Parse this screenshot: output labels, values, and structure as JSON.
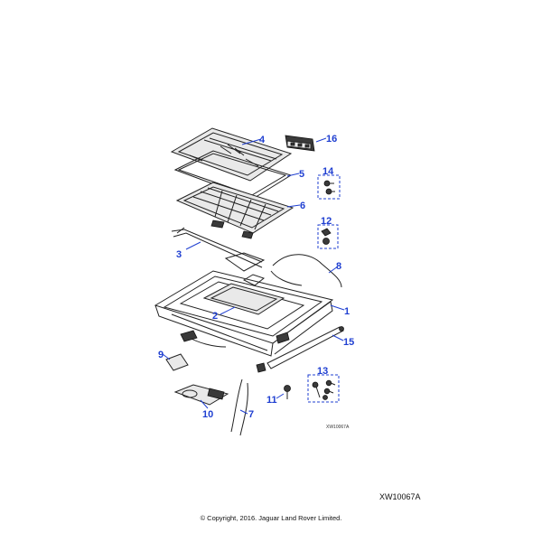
{
  "diagram": {
    "callouts": [
      "4",
      "16",
      "5",
      "14",
      "6",
      "12",
      "3",
      "8",
      "1",
      "2",
      "15",
      "9",
      "13",
      "11",
      "10",
      "7"
    ],
    "small_reference": "XW10067A",
    "reference_code": "XW10067A",
    "copyright": "© Copyright, 2016. Jaguar Land Rover Limited.",
    "accent_color": "#1f3fd1"
  }
}
